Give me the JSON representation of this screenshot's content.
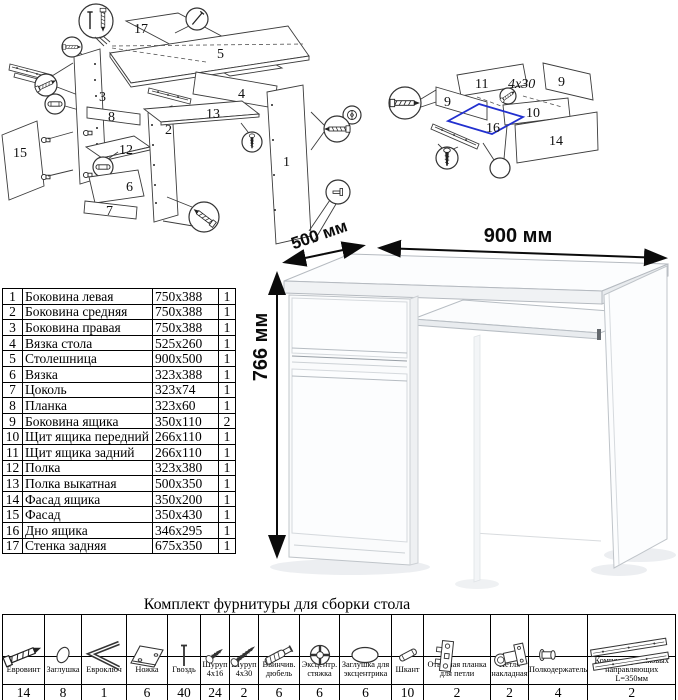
{
  "diagram": {
    "desk": {
      "p1": "1",
      "p2": "2",
      "p3": "3",
      "p4": "4",
      "p5": "5",
      "p6": "6",
      "p7": "7",
      "p8": "8",
      "p12": "12",
      "p13": "13",
      "p15": "15",
      "p17": "17"
    },
    "drawer": {
      "p9a": "9",
      "p9b": "9",
      "p10": "10",
      "p11": "11",
      "p14": "14",
      "p16": "16",
      "screw_note": "4x30"
    }
  },
  "render_view": {
    "width_label": "900 мм",
    "depth_label": "500 мм",
    "height_label": "766 мм"
  },
  "parts_table": {
    "rows": [
      {
        "n": "1",
        "name": "Боковина левая",
        "size": "750x388",
        "qty": "1"
      },
      {
        "n": "2",
        "name": "Боковина средняя",
        "size": "750x388",
        "qty": "1"
      },
      {
        "n": "3",
        "name": "Боковина правая",
        "size": "750x388",
        "qty": "1"
      },
      {
        "n": "4",
        "name": "Вязка стола",
        "size": "525x260",
        "qty": "1"
      },
      {
        "n": "5",
        "name": "Столешница",
        "size": "900x500",
        "qty": "1"
      },
      {
        "n": "6",
        "name": "Вязка",
        "size": "323x388",
        "qty": "1"
      },
      {
        "n": "7",
        "name": "Цоколь",
        "size": "323x74",
        "qty": "1"
      },
      {
        "n": "8",
        "name": "Планка",
        "size": "323x60",
        "qty": "1"
      },
      {
        "n": "9",
        "name": "Боковина ящика",
        "size": "350x110",
        "qty": "2"
      },
      {
        "n": "10",
        "name": "Щит ящика передний",
        "size": "266x110",
        "qty": "1"
      },
      {
        "n": "11",
        "name": "Щит ящика задний",
        "size": "266x110",
        "qty": "1"
      },
      {
        "n": "12",
        "name": "Полка",
        "size": "323x380",
        "qty": "1"
      },
      {
        "n": "13",
        "name": "Полка выкатная",
        "size": "500x350",
        "qty": "1"
      },
      {
        "n": "14",
        "name": "Фасад ящика",
        "size": "350x200",
        "qty": "1"
      },
      {
        "n": "15",
        "name": "Фасад",
        "size": "350x430",
        "qty": "1"
      },
      {
        "n": "16",
        "name": "Дно ящика",
        "size": "346x295",
        "qty": "1"
      },
      {
        "n": "17",
        "name": "Стенка задняя",
        "size": "675x350",
        "qty": "1"
      }
    ]
  },
  "hardware": {
    "title": "Комплект фурнитуры для сборки стола",
    "items": [
      {
        "label": "Евровинт",
        "qty": "14",
        "icon": "eurovint-icon"
      },
      {
        "label": "Заглушка",
        "qty": "8",
        "icon": "cap-icon"
      },
      {
        "label": "Евроключ",
        "qty": "1",
        "icon": "hex-key-icon"
      },
      {
        "label": "Ножка",
        "qty": "6",
        "icon": "foot-icon"
      },
      {
        "label": "Гвоздь",
        "qty": "40",
        "icon": "nail-icon"
      },
      {
        "label": "Шуруп\n4x16",
        "qty": "24",
        "icon": "screw-icon"
      },
      {
        "label": "Шуруп\n4x30",
        "qty": "2",
        "icon": "screw-icon"
      },
      {
        "label": "Ввинчив.\nдюбель",
        "qty": "6",
        "icon": "dowel-screw-icon"
      },
      {
        "label": "Эксцентр.\nстяжка",
        "qty": "6",
        "icon": "cam-lock-icon"
      },
      {
        "label": "Заглушка для\nэксцентрика",
        "qty": "6",
        "icon": "cam-cap-icon"
      },
      {
        "label": "Шкант",
        "qty": "10",
        "icon": "wood-dowel-icon"
      },
      {
        "label": "Ответная планка\nдля петли",
        "qty": "2",
        "icon": "hinge-plate-icon"
      },
      {
        "label": "Петля\nнакладная",
        "qty": "2",
        "icon": "hinge-icon"
      },
      {
        "label": "Полкодержатель",
        "qty": "4",
        "icon": "shelf-pin-icon"
      },
      {
        "label": "Комплект роликовых\nнаправляющих L=350мм",
        "qty": "2",
        "icon": "drawer-slides-icon"
      }
    ]
  }
}
